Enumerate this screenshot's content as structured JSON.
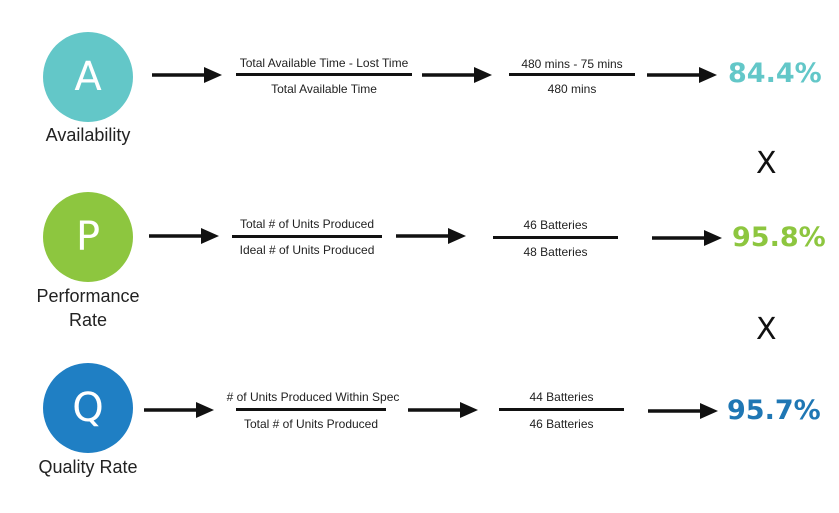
{
  "rows": [
    {
      "letter": "A",
      "label": "Availability",
      "color": "#63c7c8",
      "formula_numerator": "Total Available Time - Lost Time",
      "formula_denominator": "Total Available Time",
      "value_numerator": "480 mins - 75 mins",
      "value_denominator": "480 mins",
      "result": "84.4%"
    },
    {
      "letter": "P",
      "label_line1": "Performance",
      "label_line2": "Rate",
      "color": "#8dc63f",
      "formula_numerator": "Total # of Units Produced",
      "formula_denominator": "Ideal # of Units Produced",
      "value_numerator": "46 Batteries",
      "value_denominator": "48 Batteries",
      "result": "95.8%"
    },
    {
      "letter": "Q",
      "label": "Quality Rate",
      "color": "#1f7fc4",
      "result_color": "#1f77b4",
      "formula_numerator": "# of Units Produced Within Spec",
      "formula_denominator": "Total # of Units Produced",
      "value_numerator": "44 Batteries",
      "value_denominator": "46 Batteries",
      "result": "95.7%"
    }
  ],
  "operator": "X"
}
